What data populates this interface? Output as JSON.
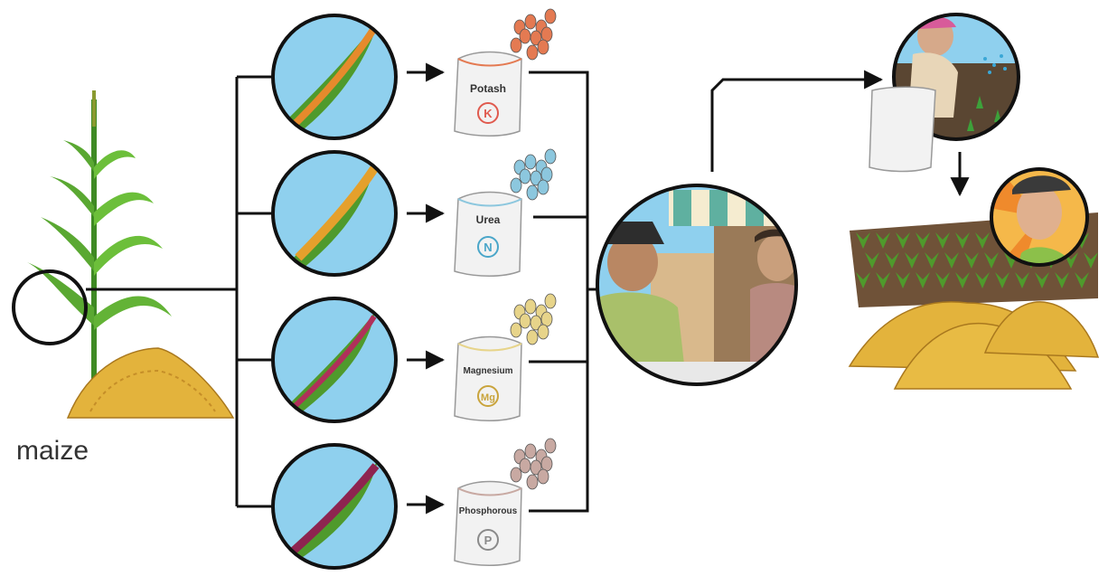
{
  "caption": "maize",
  "colors": {
    "sky": "#8fd0ee",
    "leaf_green": "#4f9a2c",
    "corn": "#e3b33c",
    "line": "#111111"
  },
  "leaf_deficiencies": [
    {
      "fertilizer": "Potash",
      "letter": "K",
      "leaf_edge_color": "#e58a2c",
      "seed_color": "#e47a52",
      "letter_color": "#e05a4e"
    },
    {
      "fertilizer": "Urea",
      "letter": "N",
      "leaf_edge_color": "#e5a02c",
      "seed_color": "#8cc7de",
      "letter_color": "#4aa6c9"
    },
    {
      "fertilizer": "Magnesium",
      "letter": "Mg",
      "leaf_edge_color": "#b0305a",
      "seed_color": "#e7d48a",
      "letter_color": "#c9a43c"
    },
    {
      "fertilizer": "Phosphorous",
      "letter": "P",
      "leaf_edge_color": "#8e2450",
      "seed_color": "#c8a9a2",
      "letter_color": "#8a8a8a"
    }
  ],
  "scenes": [
    "shop-scene",
    "farmer-applying-fertilizer",
    "healthy-field-harvest"
  ]
}
